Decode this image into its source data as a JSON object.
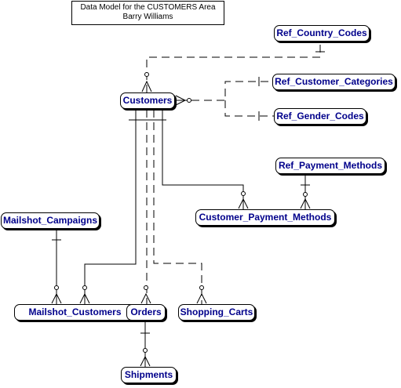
{
  "diagram": {
    "caption_line1": "Data Model for the CUSTOMERS Area",
    "caption_line2": "Barry Williams",
    "entities": {
      "ref_country_codes": "Ref_Country_Codes",
      "customers": "Customers",
      "ref_customer_categories": "Ref_Customer_Categories",
      "ref_gender_codes": "Ref_Gender_Codes",
      "ref_payment_methods": "Ref_Payment_Methods",
      "customer_payment_methods": "Customer_Payment_Methods",
      "mailshot_campaigns": "Mailshot_Campaigns",
      "mailshot_customers": "Mailshot_Customers",
      "orders": "Orders",
      "shopping_carts": "Shopping_Carts",
      "shipments": "Shipments"
    },
    "colors": {
      "entity_text": "#00008b",
      "line": "#000000",
      "background": "#ffffff"
    }
  }
}
